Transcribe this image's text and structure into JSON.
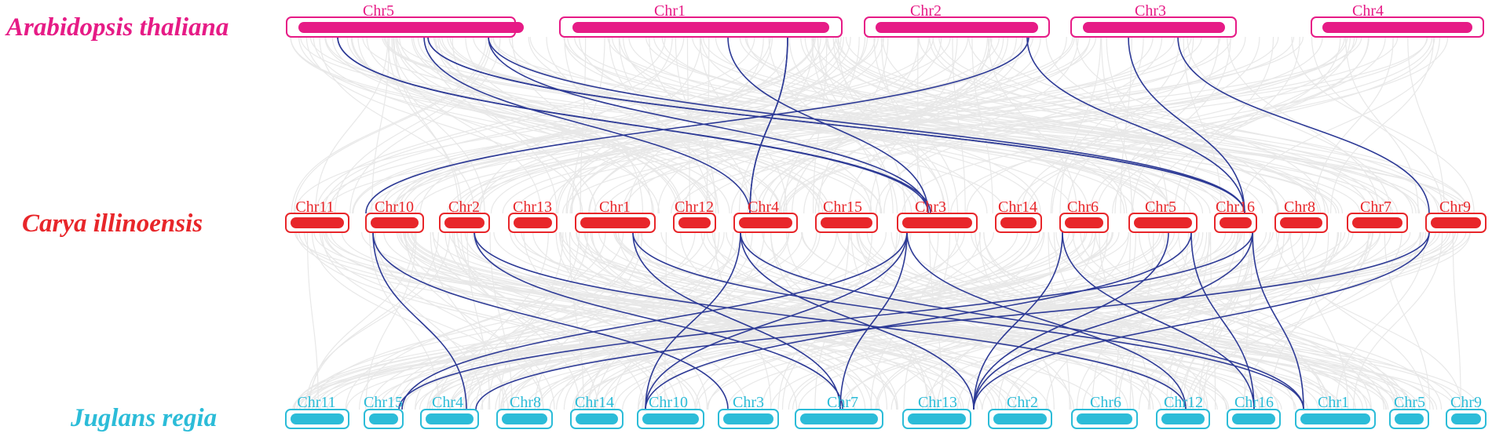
{
  "colors": {
    "arabidopsis": "#e61b86",
    "carya": "#e8262a",
    "juglans": "#2cbcd8",
    "background_links": "#e8e8e8",
    "highlight_links": "#2d3a96"
  },
  "tracks": [
    {
      "key": "at",
      "species": "Arabidopsis thaliana",
      "color": "#e61b86",
      "chromosomes": [
        "Chr5",
        "Chr1",
        "Chr2",
        "Chr3",
        "Chr4"
      ]
    },
    {
      "key": "ci",
      "species": "Carya illinoensis",
      "color": "#e8262a",
      "chromosomes": [
        "Chr11",
        "Chr10",
        "Chr2",
        "Chr13",
        "Chr1",
        "Chr12",
        "Chr4",
        "Chr15",
        "Chr3",
        "Chr14",
        "Chr6",
        "Chr5",
        "Chr16",
        "Chr8",
        "Chr7",
        "Chr9"
      ]
    },
    {
      "key": "jr",
      "species": "Juglans regia",
      "color": "#2cbcd8",
      "chromosomes": [
        "Chr11",
        "Chr15",
        "Chr4",
        "Chr8",
        "Chr14",
        "Chr10",
        "Chr3",
        "Chr7",
        "Chr13",
        "Chr2",
        "Chr6",
        "Chr12",
        "Chr16",
        "Chr1",
        "Chr5",
        "Chr9"
      ]
    }
  ]
}
